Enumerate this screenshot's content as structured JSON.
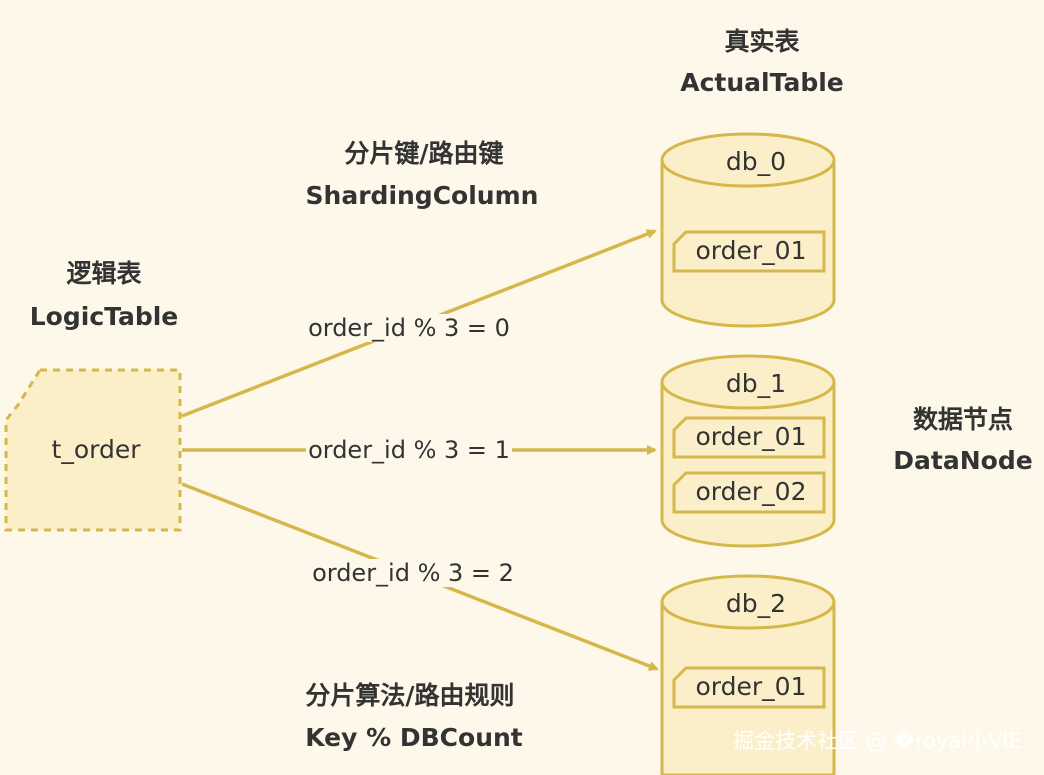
{
  "colors": {
    "background": "#fdf8ea",
    "gold": "#d6b74a",
    "fill": "#fbefc9",
    "text": "#333333"
  },
  "actual_table": {
    "title_cn": "真实表",
    "title_en": "ActualTable"
  },
  "sharding_column": {
    "title_cn": "分片键/路由键",
    "title_en": "ShardingColumn"
  },
  "logic_table": {
    "title_cn": "逻辑表",
    "title_en": "LogicTable",
    "name": "t_order"
  },
  "data_node": {
    "title_cn": "数据节点",
    "title_en": "DataNode"
  },
  "algorithm": {
    "title_cn": "分片算法/路由规则",
    "title_en": "Key % DBCount"
  },
  "routes": [
    {
      "label": "order_id % 3 = 0"
    },
    {
      "label": "order_id % 3 = 1"
    },
    {
      "label": "order_id % 3 = 2"
    }
  ],
  "databases": [
    {
      "name": "db_0",
      "tables": [
        "order_01"
      ]
    },
    {
      "name": "db_1",
      "tables": [
        "order_01",
        "order_02"
      ]
    },
    {
      "name": "db_2",
      "tables": [
        "order_01"
      ]
    }
  ],
  "watermark": "掘金技术社区 @ �royal小VIE"
}
